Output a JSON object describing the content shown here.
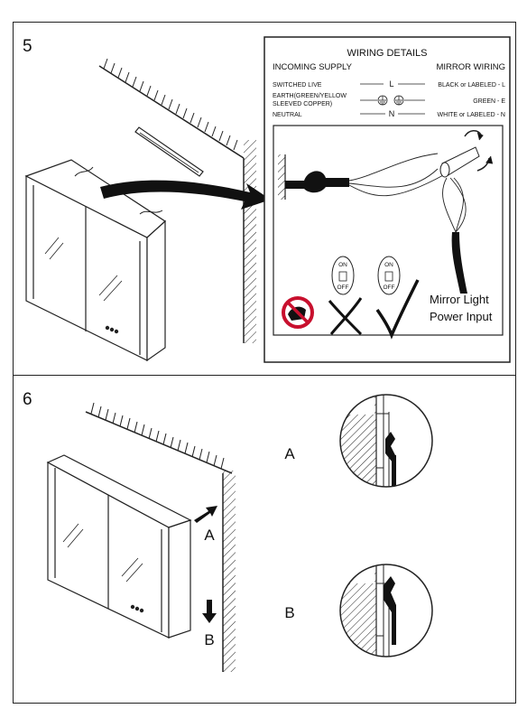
{
  "steps": [
    {
      "number": "5"
    },
    {
      "number": "6"
    }
  ],
  "wiring": {
    "title": "WIRING DETAILS",
    "incoming_header": "INCOMING SUPPLY",
    "mirror_header": "MIRROR WIRING",
    "rows": [
      {
        "incoming": "SWITCHED LIVE",
        "symbol": "L",
        "mirror": "BLACK or LABELED - L"
      },
      {
        "incoming": "EARTH(GREEN/YELLOW",
        "incoming2": "SLEEVED COPPER)",
        "symbol": "earth",
        "mirror": "GREEN - E"
      },
      {
        "incoming": "NEUTRAL",
        "symbol": "N",
        "mirror": "WHITE or LABELED - N"
      }
    ],
    "power_label_line1": "Mirror Light",
    "power_label_line2": "Power Input",
    "switch_on": "ON",
    "switch_off": "OFF"
  },
  "step6": {
    "arrow_a": "A",
    "arrow_b": "B",
    "detail_a": "A",
    "detail_b": "B"
  }
}
